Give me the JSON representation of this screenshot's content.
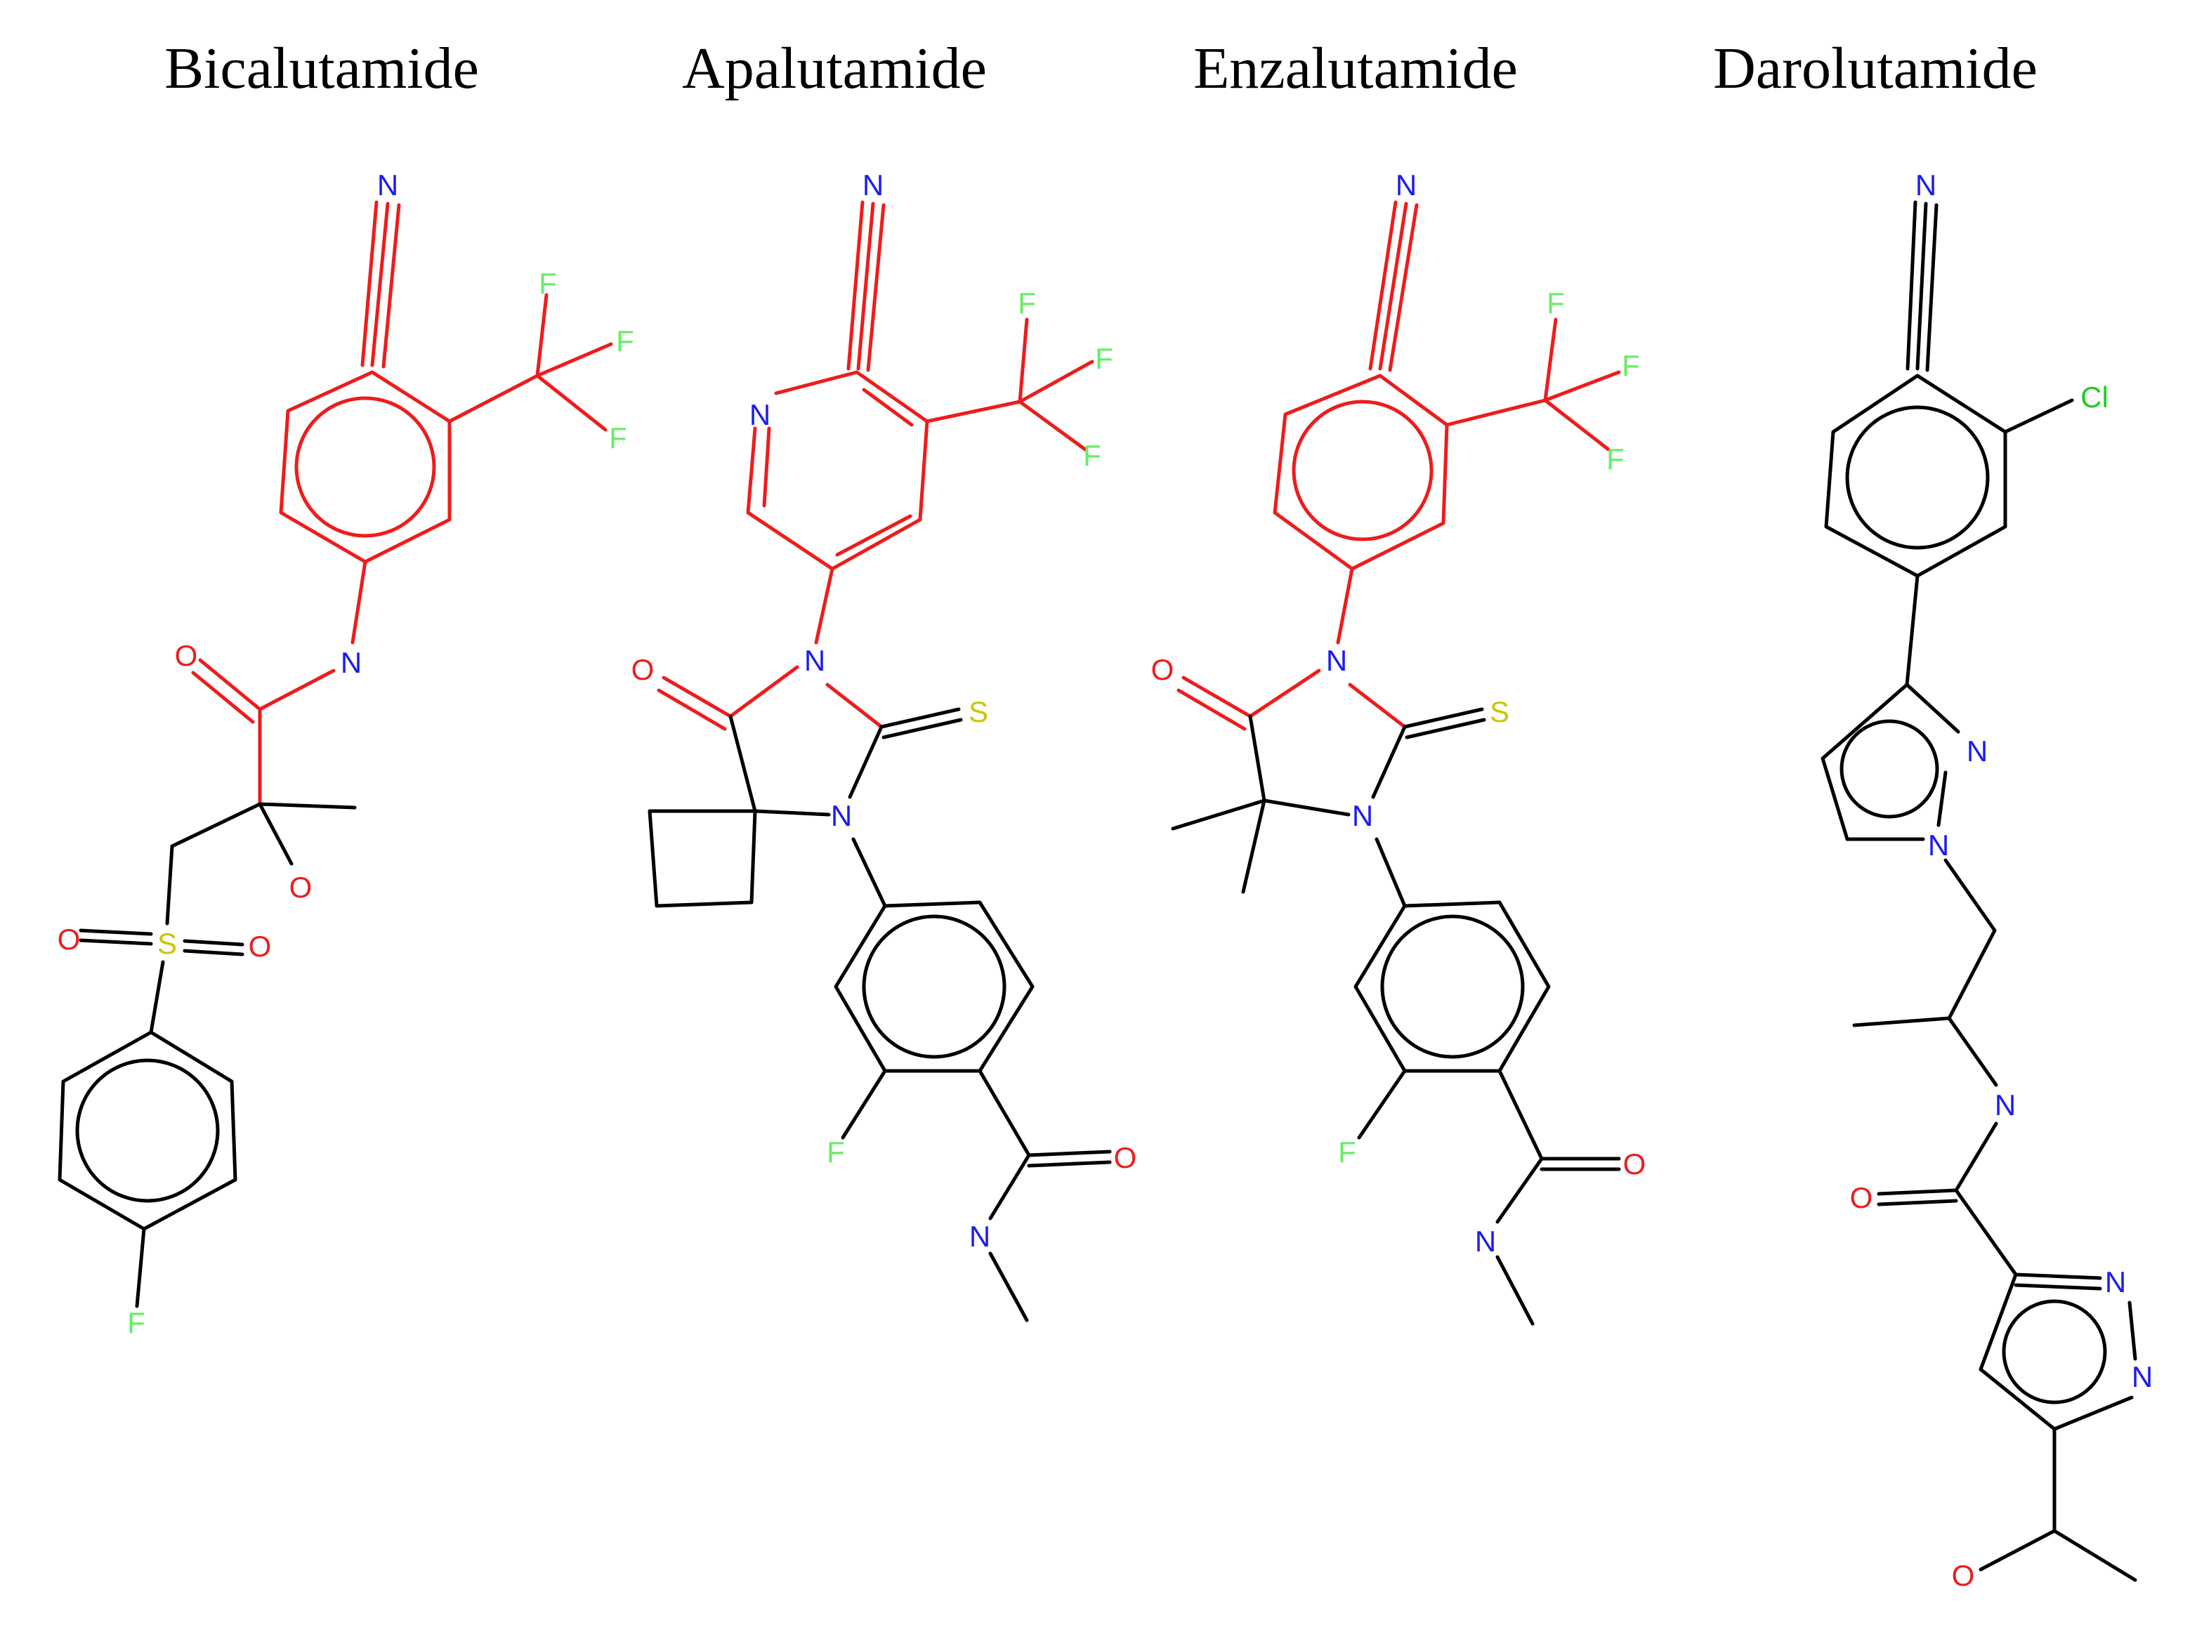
{
  "titles": {
    "bicalutamide": "Bicalutamide",
    "apalutamide": "Apalutamide",
    "enzalutamide": "Enzalutamide",
    "darolutamide": "Darolutamide"
  },
  "atoms": {
    "N": "N",
    "F": "F",
    "O": "O",
    "S": "S",
    "Cl": "Cl"
  },
  "colors": {
    "highlight_bond": "#ee1c1c",
    "plain_bond": "#000000",
    "nitrogen": "#1c1cf0",
    "oxygen": "#ee1c1c",
    "fluorine": "#66ee66",
    "chlorine": "#22cc22",
    "sulfur": "#c8c800"
  }
}
